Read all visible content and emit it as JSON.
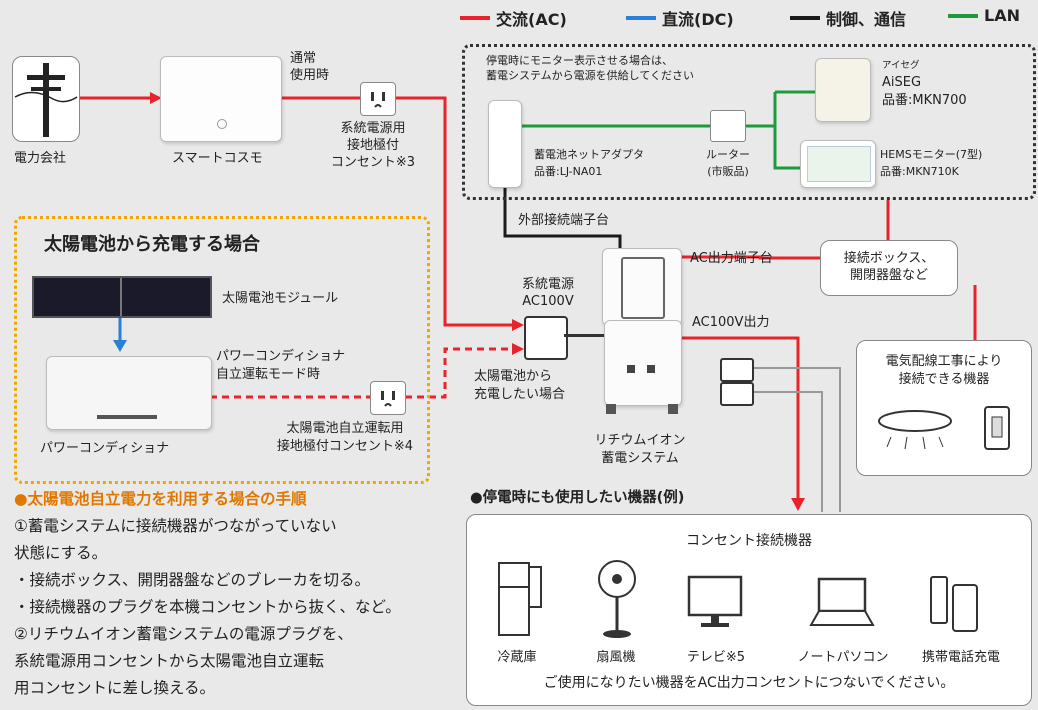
{
  "legend": {
    "ac": "交流(AC)",
    "dc": "直流(DC)",
    "control": "制御、通信",
    "lan": "LAN",
    "colors": {
      "ac": "#e8232b",
      "dc": "#2b7fd6",
      "control": "#1a1a1a",
      "lan": "#1f9a3a"
    }
  },
  "power_company": "電力会社",
  "smart_cosmo": "スマートコスモ",
  "normal_use": [
    "通常",
    "使用時"
  ],
  "grid_outlet": [
    "系統電源用",
    "接地極付",
    "コンセント※3"
  ],
  "monitor_note": [
    "停電時にモニター表示させる場合は、",
    "蓄電システムから電源を供給してください"
  ],
  "aiseg": {
    "small": "アイセグ",
    "name": "AiSEG",
    "model": "品番:MKN700"
  },
  "adapter": {
    "name": "蓄電池ネットアダプタ",
    "model": "品番:LJ-NA01"
  },
  "router": {
    "name": "ルーター",
    "note": "(市販品)"
  },
  "hems": {
    "name": "HEMSモニター(7型)",
    "model": "品番:MKN710K"
  },
  "external_terminal": "外部接続端子台",
  "ac_output_terminal": "AC出力端子台",
  "junction_box": [
    "接続ボックス、",
    "開閉器盤など"
  ],
  "grid_source": [
    "系統電源",
    "AC100V"
  ],
  "ac100v_output": "AC100V出力",
  "solar_section": {
    "title": "太陽電池から充電する場合",
    "module": "太陽電池モジュール",
    "pcs_mode": [
      "パワーコンディショナ",
      "自立運転モード時"
    ],
    "pcs": "パワーコンディショナ",
    "outlet": [
      "太陽電池自立運転用",
      "接地極付コンセント※4"
    ]
  },
  "charge_from_solar": [
    "太陽電池から",
    "充電したい場合"
  ],
  "battery": [
    "リチウムイオン",
    "蓄電システム"
  ],
  "wiring_devices": {
    "title": [
      "電気配線工事により",
      "接続できる機器"
    ]
  },
  "procedure": {
    "title": "●太陽電池自立電力を利用する場合の手順",
    "lines": [
      "①蓄電システムに接続機器がつながっていない",
      "状態にする。",
      "・接続ボックス、開閉器盤などのブレーカを切る。",
      "・接続機器のプラグを本機コンセントから抜く、など。",
      "②リチウムイオン蓄電システムの電源プラグを、",
      "系統電源用コンセントから太陽電池自立運転",
      "用コンセントに差し換える。"
    ]
  },
  "outage_devices": {
    "title": "●停電時にも使用したい機器(例)",
    "subtitle": "コンセント接続機器",
    "items": [
      "冷蔵庫",
      "扇風機",
      "テレビ※5",
      "ノートパソコン",
      "携帯電話充電"
    ],
    "note": "ご使用になりたい機器をAC出力コンセントにつないでください。"
  }
}
